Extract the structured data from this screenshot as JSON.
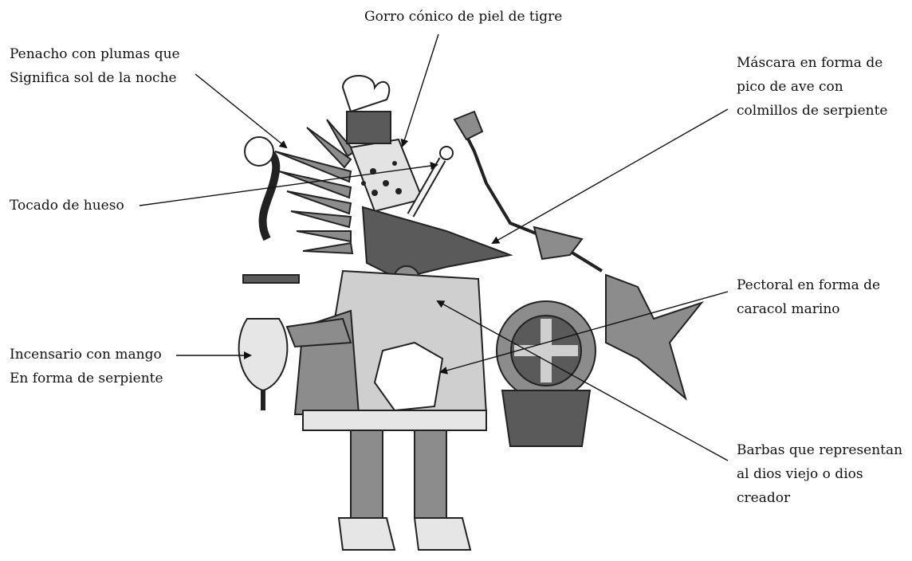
{
  "labels": {
    "gorro": "Gorro cónico de piel de tigre",
    "penacho": [
      "Penacho con plumas que",
      "Significa sol de la noche"
    ],
    "mascara": [
      "Máscara en forma de",
      "pico de ave con",
      "colmillos de serpiente"
    ],
    "tocado": "Tocado de hueso",
    "pectoral": [
      "Pectoral en forma de",
      "caracol marino"
    ],
    "incensario": [
      "Incensario con mango",
      "En forma de serpiente"
    ],
    "barbas": [
      "Barbas que representan",
      "al dios viejo o dios",
      "creador"
    ]
  },
  "colors": {
    "ink": "#111111",
    "dark_fill": "#5a5a5a",
    "mid_fill": "#8c8c8c",
    "light_fill": "#cfcfcf"
  }
}
